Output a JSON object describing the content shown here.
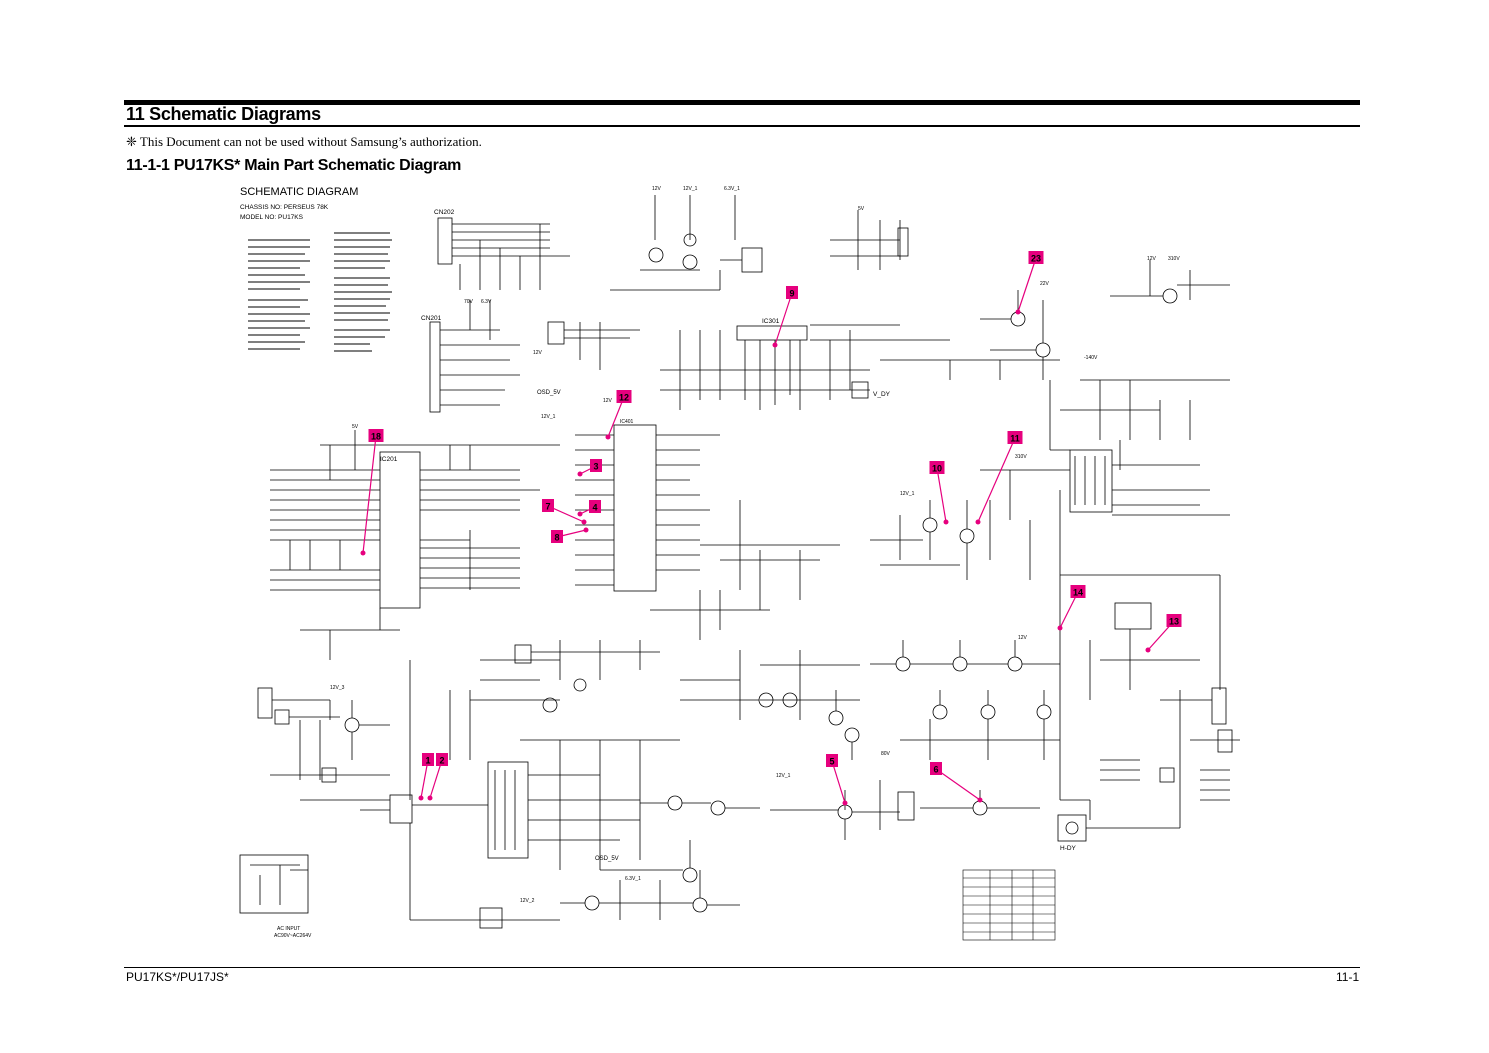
{
  "header": {
    "section_title": "11 Schematic Diagrams",
    "notice": "❈ This Document can not be used without Samsung’s authorization.",
    "subsection_title": "11-1-1 PU17KS* Main Part Schematic Diagram"
  },
  "schematic": {
    "title": "SCHEMATIC DIAGRAM",
    "chassis": "CHASSIS NO: PERSEUS 78K",
    "model": "MODEL NO: PU17KS",
    "connectors": [
      "CN202",
      "CN201"
    ],
    "ics": [
      "IC201",
      "IC301",
      "IC401"
    ],
    "labels": {
      "v_dy": "V_DY",
      "h_dy": "H-DY",
      "osd_5v_a": "OSD_5V",
      "osd_5v_b": "OSD_5V",
      "ac_input": "AC INPUT",
      "ac_range": "AC90V~AC264V"
    },
    "rails": {
      "r12v_a": "12V",
      "r12v_1_a": "12V_1",
      "r6_3v_a": "6.3V_1",
      "r5v_a": "5V",
      "r70v": "70V",
      "r6_3v_b": "6.3V",
      "r12v_b": "12V",
      "r310v_a": "310V",
      "r22v": "22V",
      "r140v": "-140V",
      "r310v_b": "310V",
      "r12v_1_b": "12V_1",
      "r12v_1_c": "12V_1",
      "r5v_b": "5V",
      "r12v_c": "12V",
      "r12v_d": "12V",
      "r80v": "80V",
      "r12v_2": "12V_2",
      "r12v_1_d": "12V_1",
      "r12v_3": "12V_3",
      "r6_3v_c": "6.3V_1",
      "r12v_e": "12V"
    },
    "markers": [
      {
        "id": "m1",
        "label": "1"
      },
      {
        "id": "m2",
        "label": "2"
      },
      {
        "id": "m3",
        "label": "3"
      },
      {
        "id": "m4",
        "label": "4"
      },
      {
        "id": "m5",
        "label": "5"
      },
      {
        "id": "m6",
        "label": "6"
      },
      {
        "id": "m7",
        "label": "7"
      },
      {
        "id": "m8",
        "label": "8"
      },
      {
        "id": "m9",
        "label": "9"
      },
      {
        "id": "m10",
        "label": "10"
      },
      {
        "id": "m11",
        "label": "11"
      },
      {
        "id": "m12",
        "label": "12"
      },
      {
        "id": "m13",
        "label": "13"
      },
      {
        "id": "m14",
        "label": "14"
      },
      {
        "id": "m18",
        "label": "18"
      },
      {
        "id": "m23",
        "label": "23"
      }
    ],
    "marker_color": "#e6007e"
  },
  "footer": {
    "models": "PU17KS*/PU17JS*",
    "page": "11-1"
  }
}
